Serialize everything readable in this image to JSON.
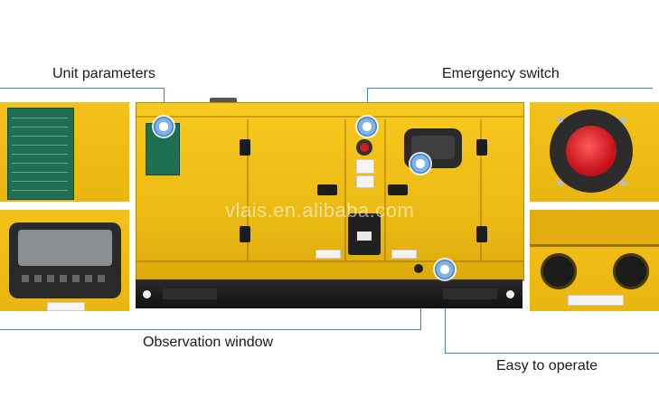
{
  "callouts": {
    "unit_parameters": "Unit parameters",
    "emergency_switch": "Emergency switch",
    "observation_window": "Observation window",
    "easy_to_operate": "Easy to operate"
  },
  "watermark": "vlais.en.alibaba.com",
  "colors": {
    "accent_line": "#4a7fc1",
    "enclosure_yellow": "#f2c018",
    "base_black": "#141414",
    "marker_blue": "#3f86d8"
  }
}
